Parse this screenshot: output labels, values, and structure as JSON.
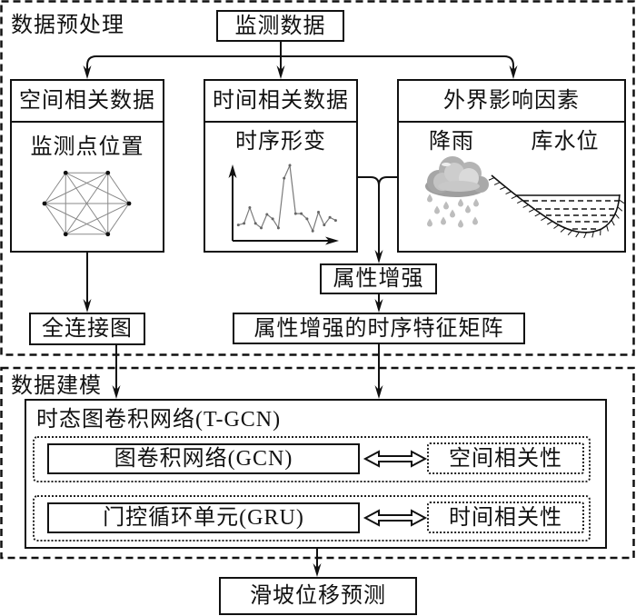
{
  "sections": {
    "preprocessing": {
      "label": "数据预处理"
    },
    "modeling": {
      "label": "数据建模"
    }
  },
  "monitoring_data": {
    "label": "监测数据"
  },
  "spatial": {
    "header": "空间相关数据",
    "subtitle": "监测点位置",
    "graph": {
      "type": "complete",
      "node_count": 6
    }
  },
  "temporal": {
    "header": "时间相关数据",
    "subtitle": "时序形变",
    "series": {
      "values": [
        2.1,
        2.3,
        4.4,
        2.3,
        1.7,
        3.5,
        2.9,
        1.7,
        8.3,
        10.0,
        3.6,
        3.6,
        2.9,
        1.3,
        3.8,
        2.1,
        3.1,
        2.7
      ],
      "y_range": [
        0,
        10
      ]
    }
  },
  "external": {
    "header": "外界影响因素",
    "rainfall": "降雨",
    "reservoir_level": "库水位"
  },
  "attribute_enhancement": {
    "label": "属性增强"
  },
  "feature_matrix": {
    "label": "属性增强的时序特征矩阵"
  },
  "full_graph": {
    "label": "全连接图"
  },
  "tgcn": {
    "title": "时态图卷积网络(T-GCN)",
    "gcn": {
      "label": "图卷积网络(GCN)",
      "relation": "空间相关性"
    },
    "gru": {
      "label": "门控循环单元(GRU)",
      "relation": "时间相关性"
    }
  },
  "output": {
    "label": "滑坡位移预测"
  },
  "colors": {
    "line": "#111111",
    "graph_edge": "#8a8a8a",
    "series_line": "#7a7a7a",
    "series_point": "#666666",
    "cloud_dark": "#a6a6a6",
    "cloud_light": "#d2d2d2",
    "raindrop": "#bdbdbd"
  }
}
